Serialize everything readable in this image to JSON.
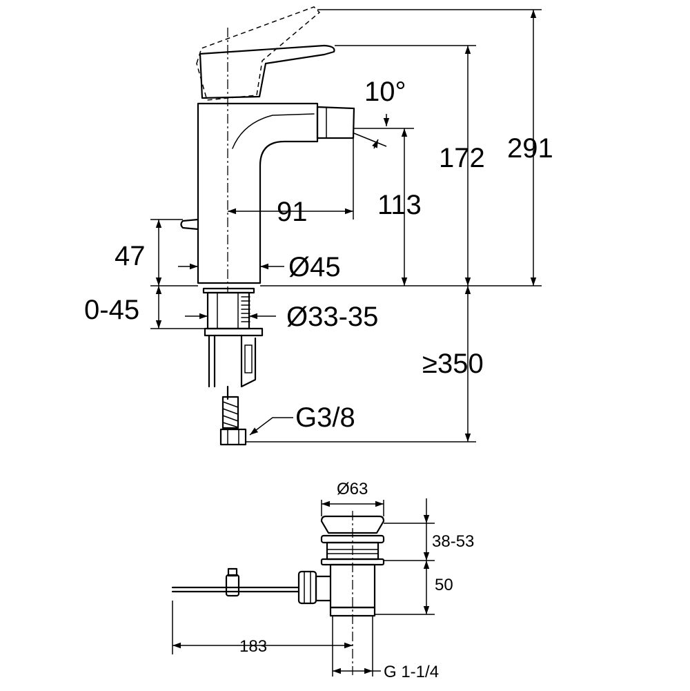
{
  "drawing": {
    "faucet": {
      "dim_total_height": "291",
      "dim_handle_height": "172",
      "dim_spout_height": "113",
      "dim_spout_reach": "91",
      "dim_spray_angle": "10°",
      "dim_side_lever": "47",
      "dim_body_diameter": "Ø45",
      "dim_deck_thickness": "0-45",
      "dim_hole_diameter": "Ø33-35",
      "dim_hose_length": "≥350",
      "dim_connection": "G3/8"
    },
    "waste": {
      "dim_plug_diameter": "Ø63",
      "dim_plug_height": "38-53",
      "dim_body_height": "50",
      "dim_rod_length": "183",
      "dim_thread": "G 1-1/4"
    }
  }
}
